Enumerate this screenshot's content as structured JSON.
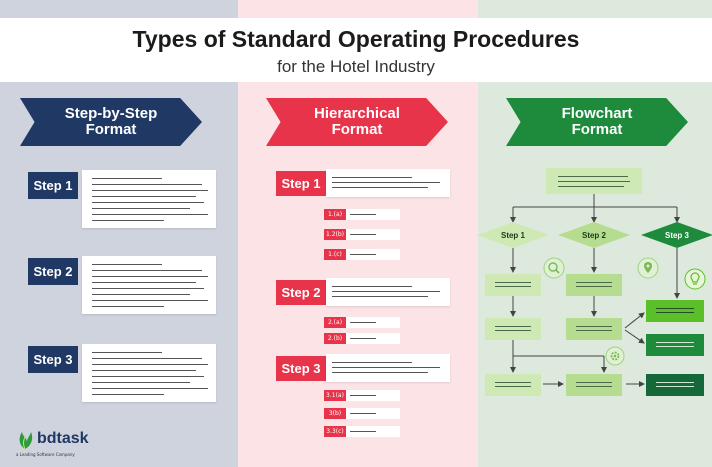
{
  "title": "Types of Standard Operating Procedures",
  "subtitle": "for the Hotel Industry",
  "columns": [
    {
      "heading_line1": "Step-by-Step",
      "heading_line2": "Format"
    },
    {
      "heading_line1": "Hierarchical",
      "heading_line2": "Format"
    },
    {
      "heading_line1": "Flowchart",
      "heading_line2": "Format"
    }
  ],
  "step_by_step": {
    "steps": [
      "Step 1",
      "Step 2",
      "Step 3"
    ]
  },
  "hierarchical": {
    "steps": [
      "Step 1",
      "Step 2",
      "Step 3"
    ],
    "substeps": [
      [
        "1.(a)",
        "1.2(b)",
        "1.(c)"
      ],
      [
        "2.(a)",
        "2.(b)"
      ],
      [
        "3.1(a)",
        "3(b)",
        "3.3(c)"
      ]
    ]
  },
  "flowchart": {
    "decisions": [
      "Step 1",
      "Step 2",
      "Step 3"
    ]
  },
  "logo": {
    "name": "bdtask",
    "tagline": "a Leading Software Company"
  },
  "colors": {
    "navy": "#1f3864",
    "red": "#e7344a",
    "green": "#1d8a3c",
    "light_green": "#cfe9b4",
    "bright_green": "#5bbf2a"
  },
  "icons": [
    "magnifier-icon",
    "location-pin-icon",
    "lightbulb-icon",
    "gear-icon"
  ]
}
